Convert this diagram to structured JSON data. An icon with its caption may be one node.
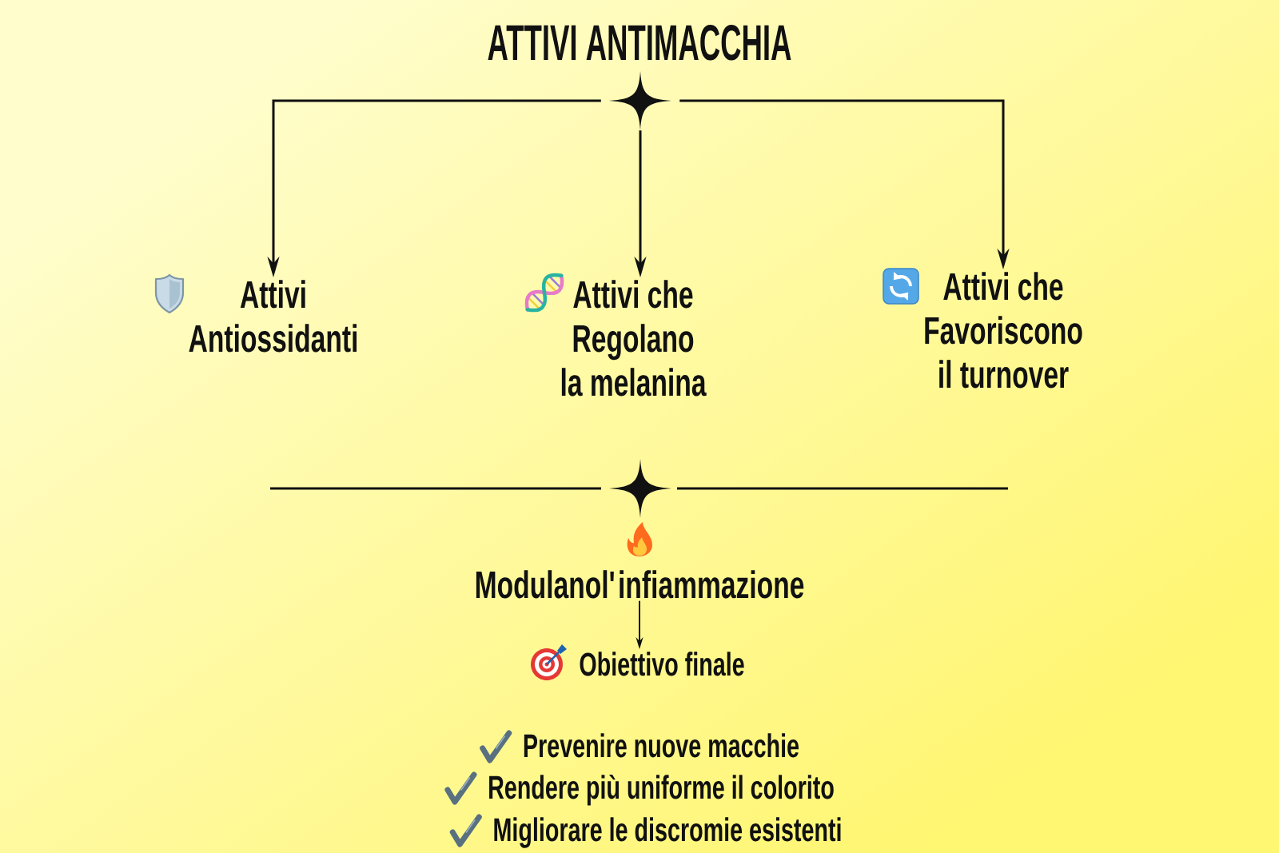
{
  "diagram": {
    "title": "ATTIVI ANTIMACCHIA",
    "nodes": [
      {
        "text": [],
        "shape": "star"
      },
      {
        "text": [
          "Attivi Antiossidanti"
        ]
      },
      {
        "text": [
          "Attivi che Regolano la melanina"
        ]
      },
      {
        "text": [
          "Attivi che Favoriscono il turnover"
        ]
      },
      {
        "text": [
          "Modulanol'infiammazione"
        ]
      },
      {
        "text": [
          "Obiettivo finale"
        ]
      }
    ],
    "edges": [
      {
        "from": 0,
        "to": 1,
        "arrow": "to"
      },
      {
        "from": 0,
        "to": 2,
        "arrow": "to"
      },
      {
        "from": 0,
        "to": 3,
        "arrow": "to"
      },
      {
        "from": 4,
        "to": 5,
        "arrow": "to"
      }
    ],
    "labels": [
      "Prevenire nuove macchie",
      "Rendere più uniforme il colorito",
      "Migliorare le discromie esistenti"
    ]
  }
}
